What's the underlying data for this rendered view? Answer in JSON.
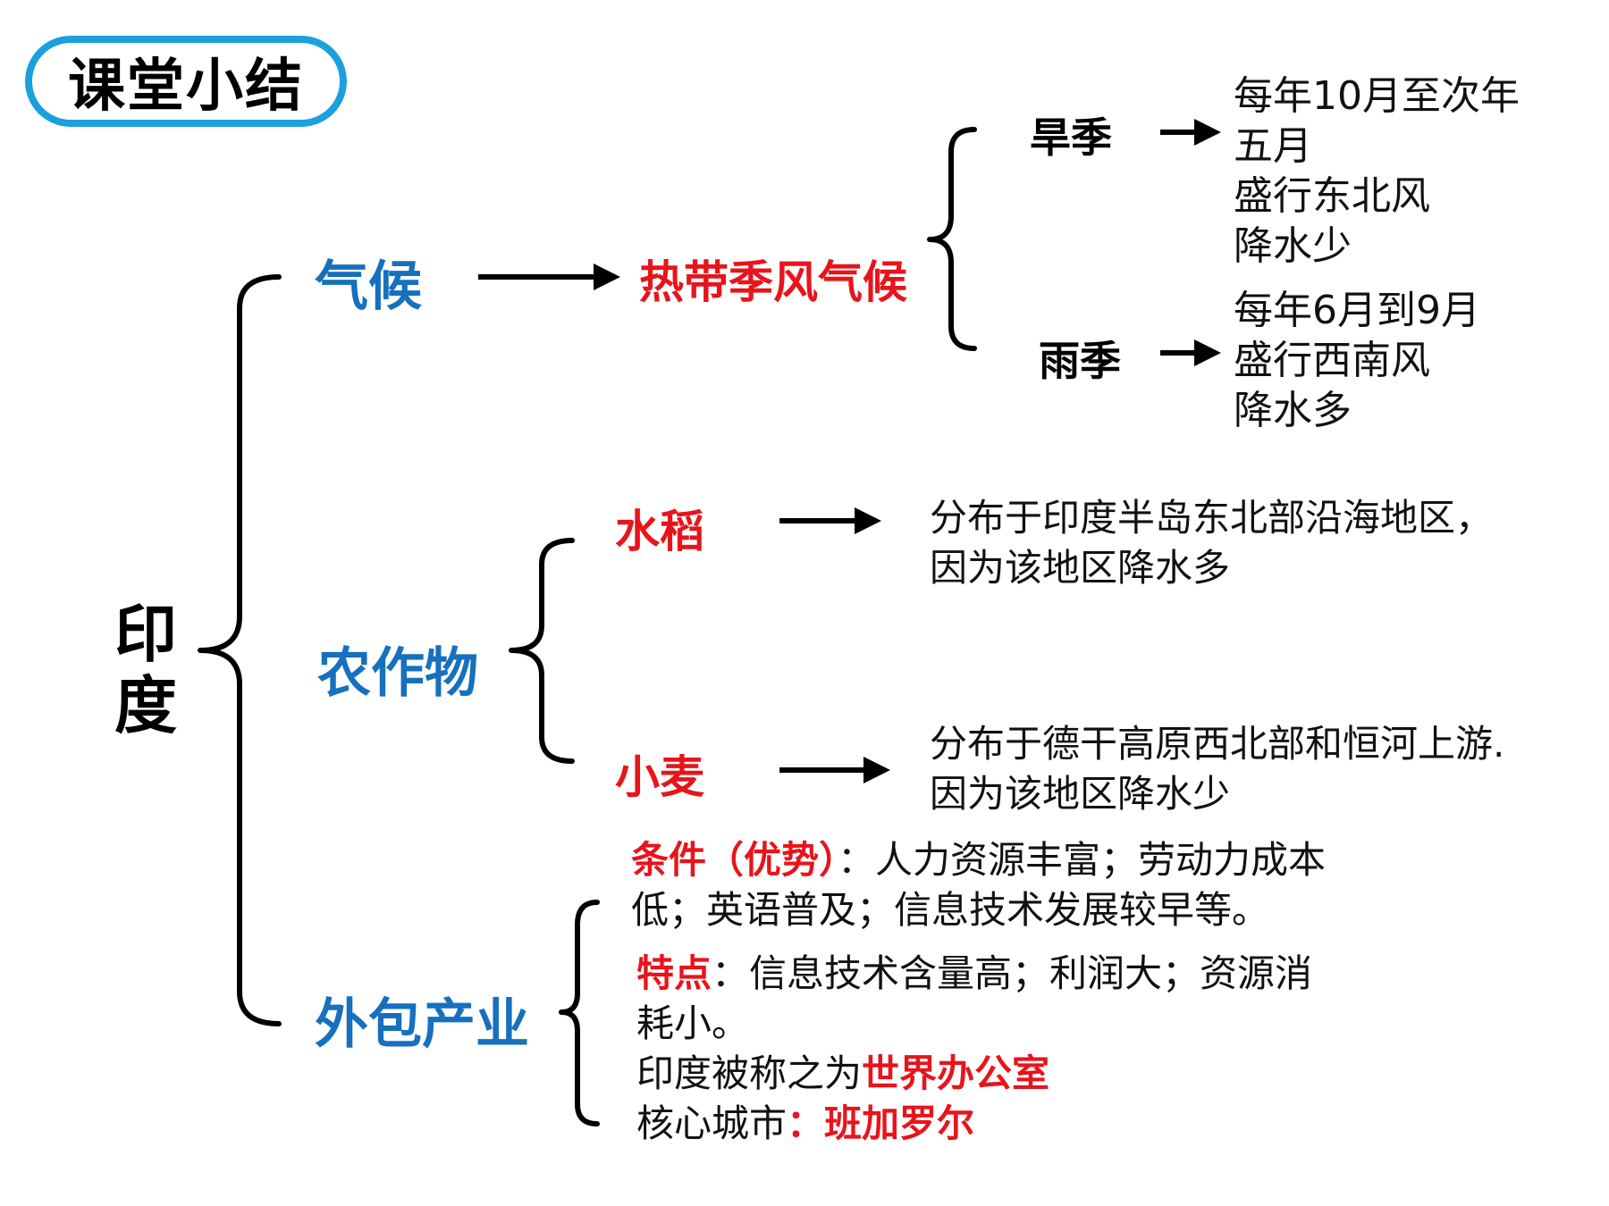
{
  "title": "课堂小结",
  "root": "印度",
  "climate": {
    "label": "气候",
    "type": "热带季风气候",
    "dry": {
      "label": "旱季",
      "lines": [
        "每年10月至次年",
        "五月",
        "盛行东北风",
        "降水少"
      ]
    },
    "wet": {
      "label": "雨季",
      "lines": [
        "每年6月到9月",
        "盛行西南风",
        "降水多"
      ]
    }
  },
  "crops": {
    "label": "农作物",
    "rice": {
      "label": "水稻",
      "lines": [
        "分布于印度半岛东北部沿海地区，",
        "因为该地区降水多"
      ]
    },
    "wheat": {
      "label": "小麦",
      "lines": [
        "分布于德干高原西北部和恒河上游.",
        "因为该地区降水少"
      ]
    }
  },
  "outsourcing": {
    "label": "外包产业",
    "conditions_label": "条件（优势）",
    "conditions_colon": "：",
    "conditions_text_1": "人力资源丰富；劳动力成本",
    "conditions_text_2": "低；英语普及；信息技术发展较早等。",
    "features_label": "特点",
    "features_colon": "：",
    "features_text_1": "信息技术含量高；利润大；资源消",
    "features_text_2": "耗小。",
    "nickname_prefix": "印度被称之为",
    "nickname": "世界办公室",
    "city_prefix": "核心城市",
    "city_colon": "：",
    "city": "班加罗尔"
  },
  "colors": {
    "category_blue": "#1670be",
    "highlight_red": "#e8141b",
    "title_border": "#1aa0dc"
  }
}
